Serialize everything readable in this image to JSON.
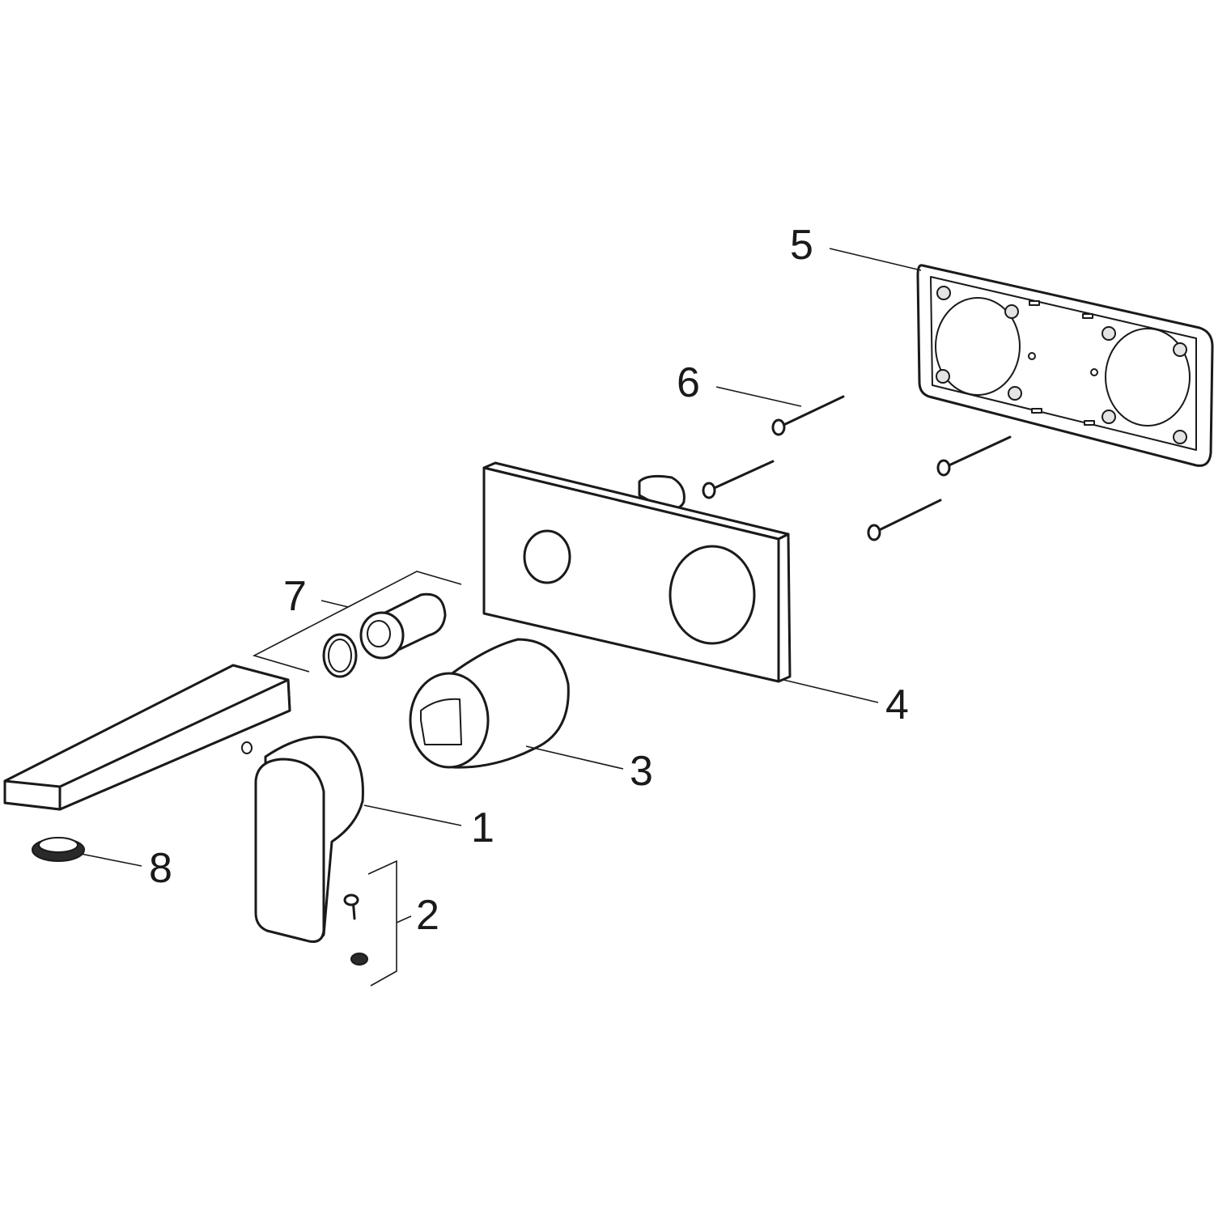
{
  "callouts": [
    {
      "id": "1",
      "label": "1"
    },
    {
      "id": "2",
      "label": "2"
    },
    {
      "id": "3",
      "label": "3"
    },
    {
      "id": "4",
      "label": "4"
    },
    {
      "id": "5",
      "label": "5"
    },
    {
      "id": "6",
      "label": "6"
    },
    {
      "id": "7",
      "label": "7"
    },
    {
      "id": "8",
      "label": "8"
    }
  ],
  "colors": {
    "line": "#1a1a1a",
    "background": "#ffffff",
    "shade": "#e4e4e4"
  }
}
